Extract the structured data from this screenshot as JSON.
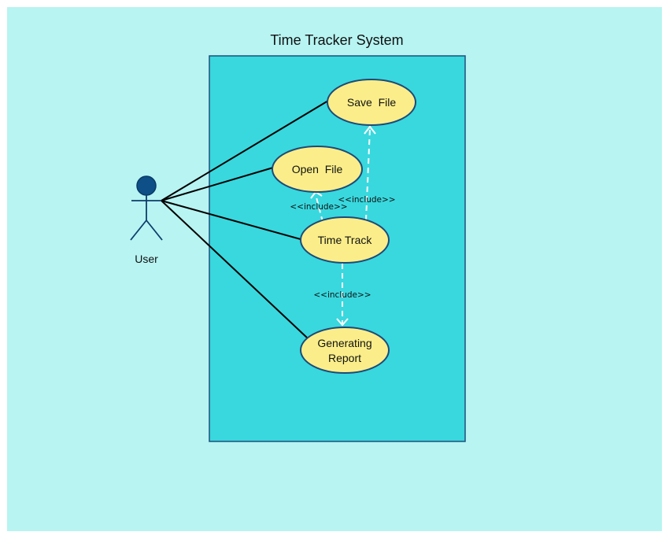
{
  "diagram": {
    "system_title": "Time Tracker System",
    "actor": {
      "label": "User"
    },
    "use_cases": {
      "save_file": "Save  File",
      "open_file": "Open  File",
      "time_track": "Time Track",
      "generating_report_line1": "Generating",
      "generating_report_line2": "Report"
    },
    "relations": {
      "include_save": "<<include>>",
      "include_open": "<<include>>",
      "include_report": "<<include>>"
    },
    "colors": {
      "background": "#b7f4f2",
      "system_fill": "#38d8de",
      "system_border": "#1f4f7a",
      "use_case_fill": "#fbee8a",
      "use_case_border": "#1e4a78",
      "actor_head": "#0d4f86",
      "include_line": "#ffffff"
    }
  }
}
